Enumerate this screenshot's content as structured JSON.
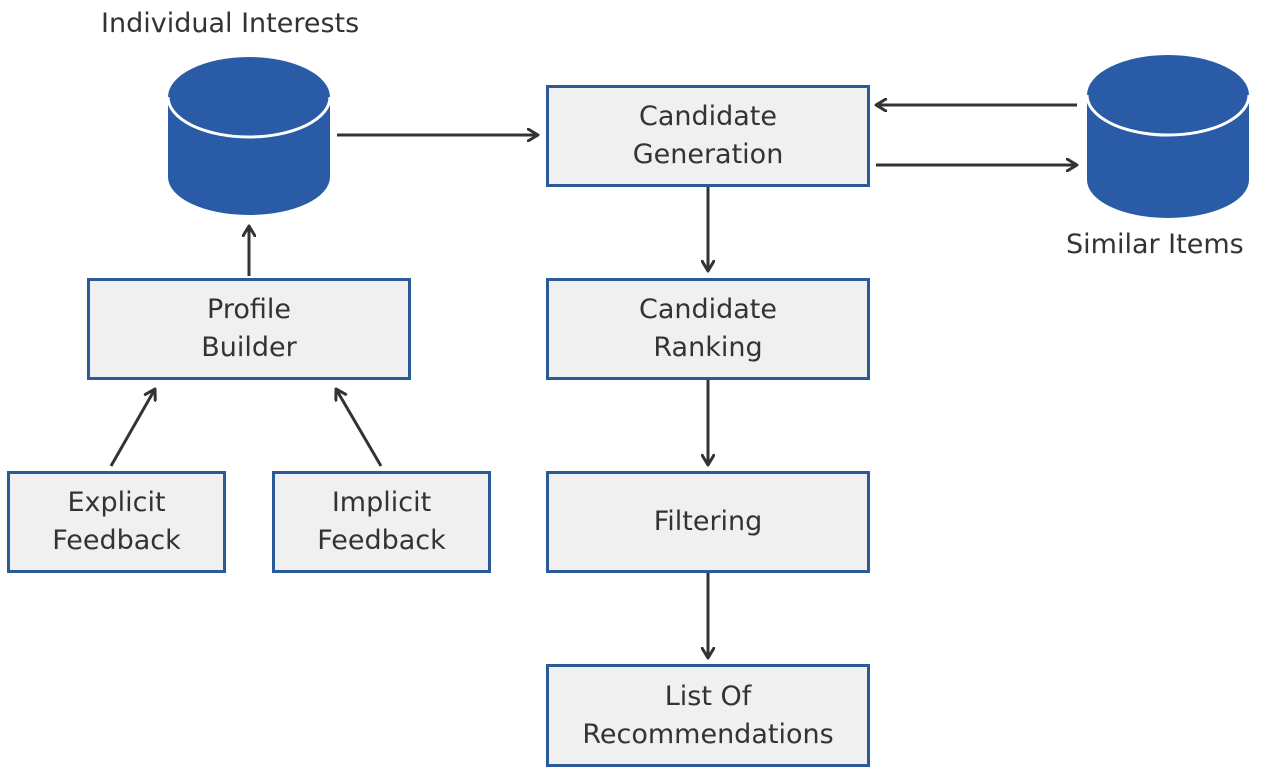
{
  "colors": {
    "database_fill": "#2a5ba6",
    "box_fill": "#f0f0f0",
    "box_border": "#2a5a98",
    "arrow": "#333333",
    "text": "#333333"
  },
  "databases": {
    "individual_interests": {
      "label": "Individual Interests",
      "icon": "database-icon"
    },
    "similar_items": {
      "label": "Similar Items",
      "icon": "database-icon"
    }
  },
  "boxes": {
    "candidate_generation": {
      "line1": "Candidate",
      "line2": "Generation"
    },
    "candidate_ranking": {
      "line1": "Candidate",
      "line2": "Ranking"
    },
    "filtering": {
      "line1": "Filtering"
    },
    "list_of_recommendations": {
      "line1": "List Of",
      "line2": "Recommendations"
    },
    "profile_builder": {
      "line1": "Profile",
      "line2": "Builder"
    },
    "explicit_feedback": {
      "line1": "Explicit",
      "line2": "Feedback"
    },
    "implicit_feedback": {
      "line1": "Implicit",
      "line2": "Feedback"
    }
  }
}
